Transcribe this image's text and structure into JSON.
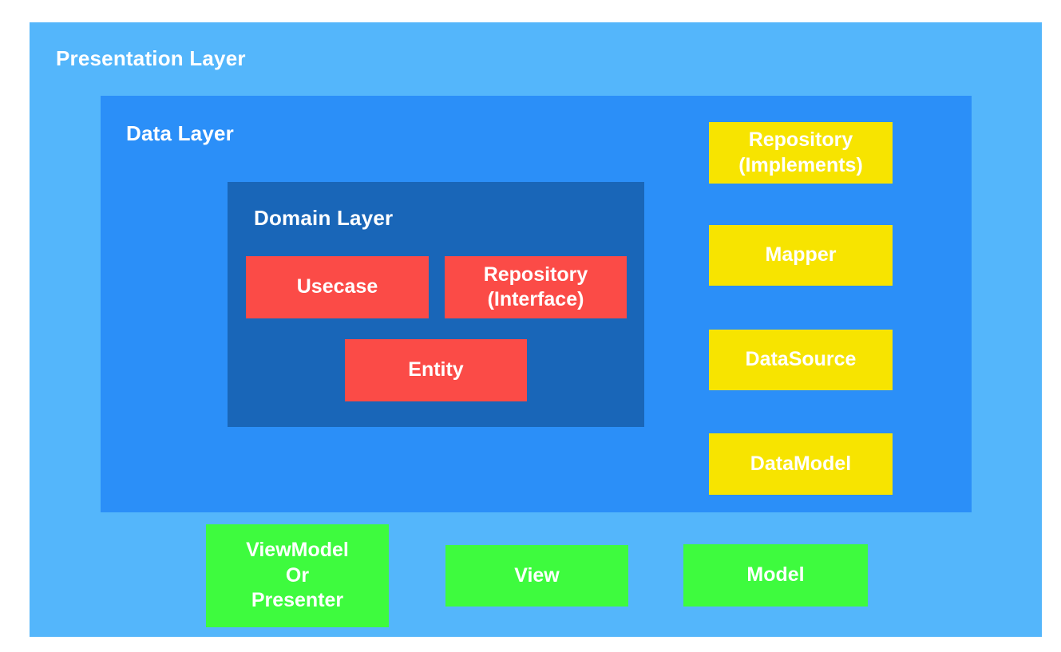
{
  "colors": {
    "page-bg": "#ffffff",
    "presentation-bg": "#54B6FB",
    "data-bg": "#2B8FF8",
    "domain-bg": "#1966B8",
    "component-red": "#FB4B47",
    "component-yellow": "#F7E400",
    "component-green": "#3EFB3E",
    "label-text": "#ffffff"
  },
  "layers": {
    "presentation": {
      "label": "Presentation Layer"
    },
    "data": {
      "label": "Data Layer"
    },
    "domain": {
      "label": "Domain Layer"
    }
  },
  "domain_components": {
    "usecase": {
      "label": "Usecase"
    },
    "repository_interface": {
      "label": "Repository\n(Interface)"
    },
    "entity": {
      "label": "Entity"
    }
  },
  "data_components": {
    "repository_implements": {
      "label": "Repository\n(Implements)"
    },
    "mapper": {
      "label": "Mapper"
    },
    "datasource": {
      "label": "DataSource"
    },
    "datamodel": {
      "label": "DataModel"
    }
  },
  "presentation_components": {
    "viewmodel_or_presenter": {
      "label": "ViewModel\nOr\nPresenter"
    },
    "view": {
      "label": "View"
    },
    "model": {
      "label": "Model"
    }
  }
}
